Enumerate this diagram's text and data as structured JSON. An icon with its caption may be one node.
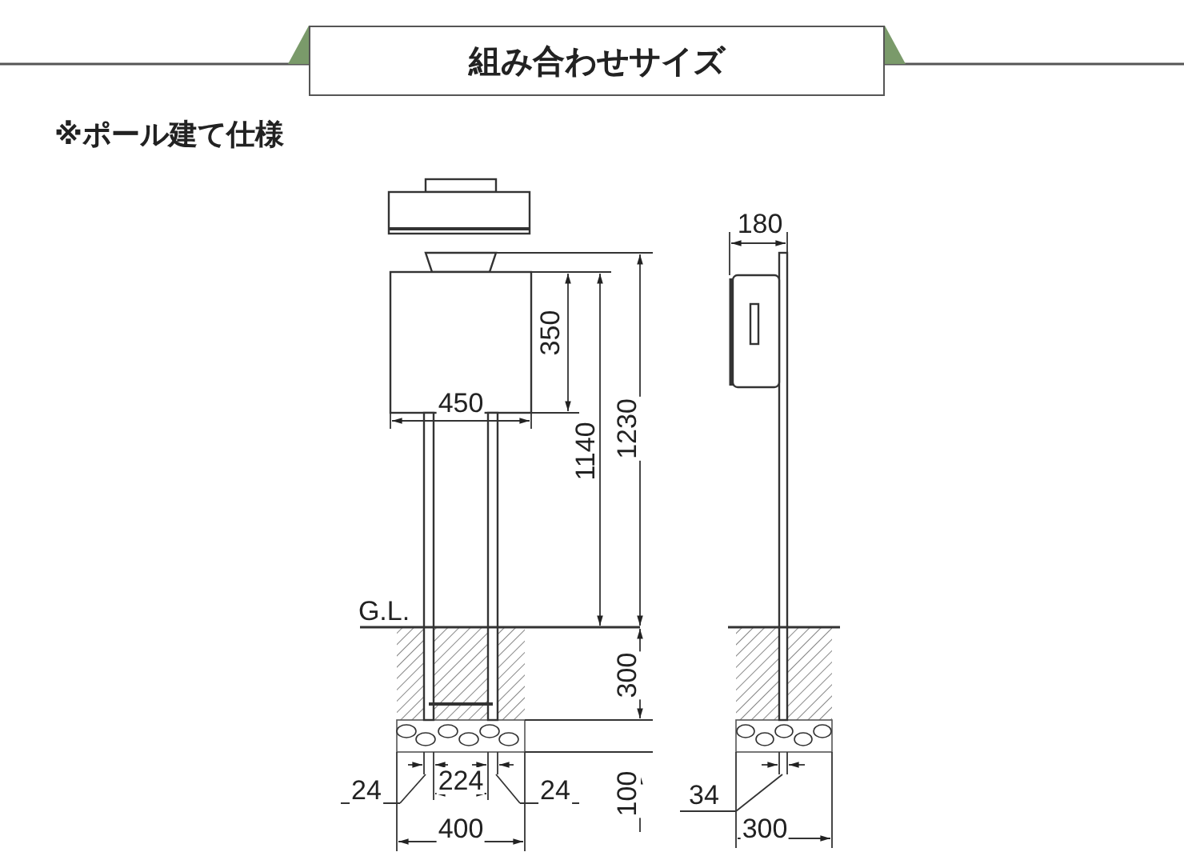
{
  "diagram": {
    "title": "組み合わせサイズ",
    "labels": [
      "※ポール建て仕様",
      "180",
      "350",
      "450",
      "1140",
      "1230",
      "G.L.",
      "300",
      "24",
      "224",
      "24",
      "34",
      "100",
      "400",
      "300"
    ]
  }
}
